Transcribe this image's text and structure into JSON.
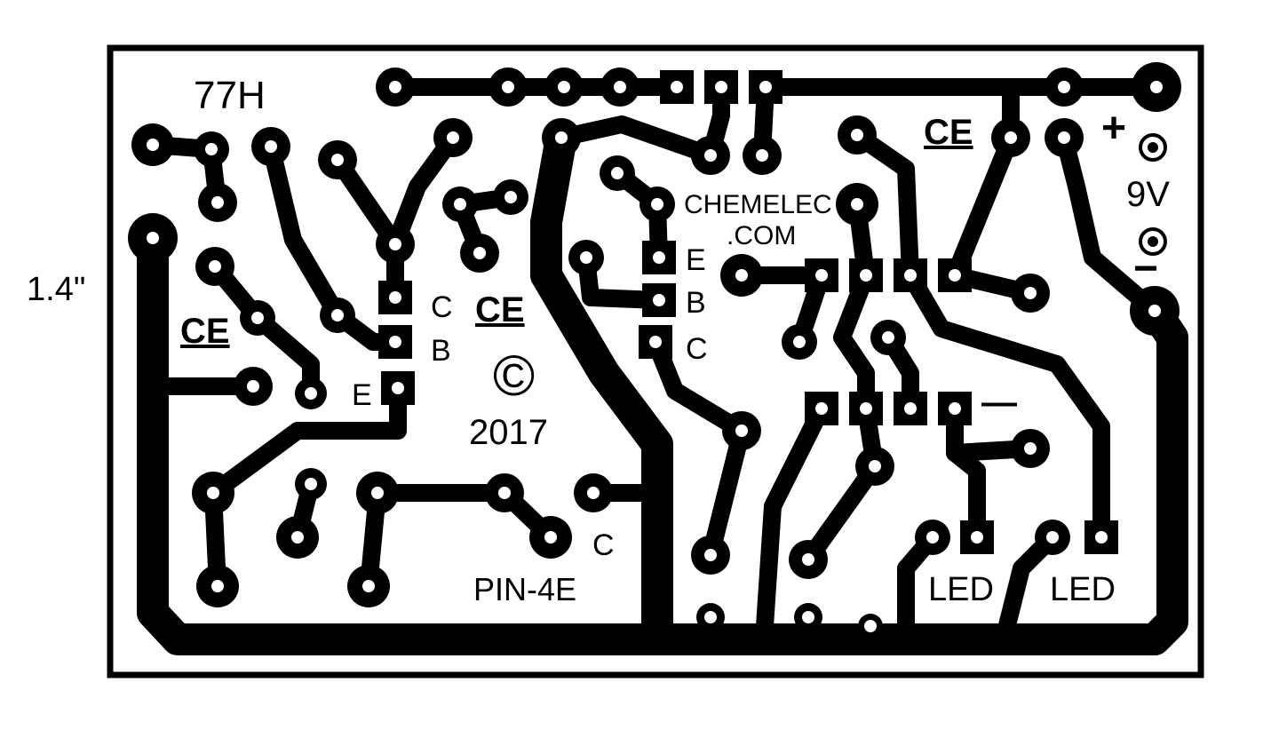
{
  "board": {
    "dimension_label": "1.4\"",
    "part_code": "77H",
    "copyright_symbol": "©",
    "year": "2017",
    "website_line1": "CHEMELEC",
    "website_line2": ".COM",
    "ce_mark": "CE",
    "pin_label": "PIN-4E",
    "power": {
      "plus": "+",
      "voltage": "9V",
      "minus": "−"
    },
    "transistor_left": {
      "c": "C",
      "b": "B",
      "e": "E"
    },
    "transistor_mid": {
      "e": "E",
      "b": "B",
      "c": "C"
    },
    "c_label": "C",
    "ic_minus": "—",
    "led1": "LED",
    "led2": "LED"
  },
  "colors": {
    "copper": "#000000",
    "background": "#ffffff"
  }
}
